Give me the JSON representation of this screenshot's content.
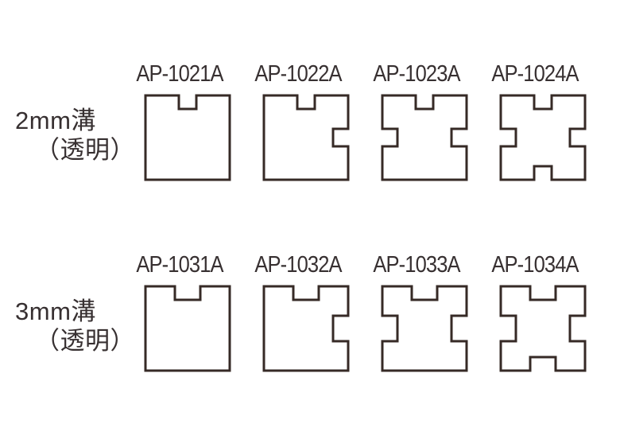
{
  "colors": {
    "background": "#ffffff",
    "line": "#362a26",
    "text": "#373031"
  },
  "rows": [
    {
      "group_label": {
        "line1": "2mm溝",
        "line2": "（透明）"
      },
      "groove_mm": 2,
      "items": [
        {
          "part_number": "AP-1021A",
          "notches": [
            "top"
          ]
        },
        {
          "part_number": "AP-1022A",
          "notches": [
            "top",
            "right"
          ]
        },
        {
          "part_number": "AP-1023A",
          "notches": [
            "top",
            "left",
            "right"
          ]
        },
        {
          "part_number": "AP-1024A",
          "notches": [
            "top",
            "left",
            "right",
            "bottom"
          ]
        }
      ]
    },
    {
      "group_label": {
        "line1": "3mm溝",
        "line2": "（透明）"
      },
      "groove_mm": 3,
      "items": [
        {
          "part_number": "AP-1031A",
          "notches": [
            "top"
          ]
        },
        {
          "part_number": "AP-1032A",
          "notches": [
            "top",
            "right"
          ]
        },
        {
          "part_number": "AP-1033A",
          "notches": [
            "top",
            "left",
            "right"
          ]
        },
        {
          "part_number": "AP-1034A",
          "notches": [
            "top",
            "left",
            "right",
            "bottom"
          ]
        }
      ]
    }
  ]
}
